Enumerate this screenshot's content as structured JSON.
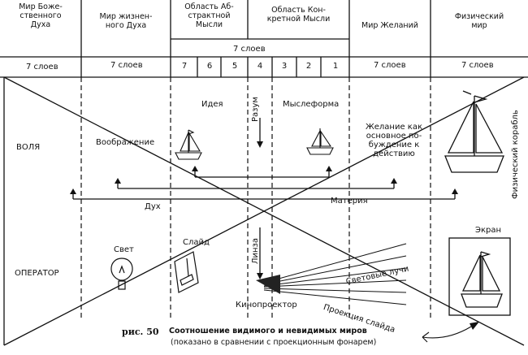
{
  "header": {
    "col1": "Мир Боже-\nственного\nДуха",
    "col2": "Мир жизнен-\nного Духа",
    "col3": "Область Аб-\nстрактной\nМысли",
    "col4": "Область Кон-\nкретной Мысли",
    "col5": "Мир Желаний",
    "col6": "Физический\nмир"
  },
  "layers": {
    "mid_label": "7 слоев",
    "c1": "7 слоев",
    "c2": "7 слоев",
    "c5": "7 слоев",
    "c6": "7 слоев",
    "nums": [
      "7",
      "6",
      "5",
      "4",
      "3",
      "2",
      "1"
    ]
  },
  "upper": {
    "will": "ВОЛЯ",
    "imagination": "Воображение",
    "idea": "Идея",
    "reason": "Разум",
    "thoughtform": "Мыслеформа",
    "desire": "Желание как\nосновное по-\nбуждение к\nдействию",
    "physical_ship": "Физический корабль",
    "spirit": "Дух",
    "matter": "Материя"
  },
  "lower": {
    "operator": "ОПЕРАТОР",
    "light": "Свет",
    "slide": "Слайд",
    "lens": "Линза",
    "screen": "Экран",
    "light_rays": "Световые лучи",
    "projector": "Кинопроектор",
    "slide_projection": "Проекция слайда"
  },
  "caption": {
    "fig": "рис. 50",
    "title": "Соотношение видимого и невидимых миров",
    "subtitle": "(показано в сравнении с проекционным фонарем)"
  }
}
